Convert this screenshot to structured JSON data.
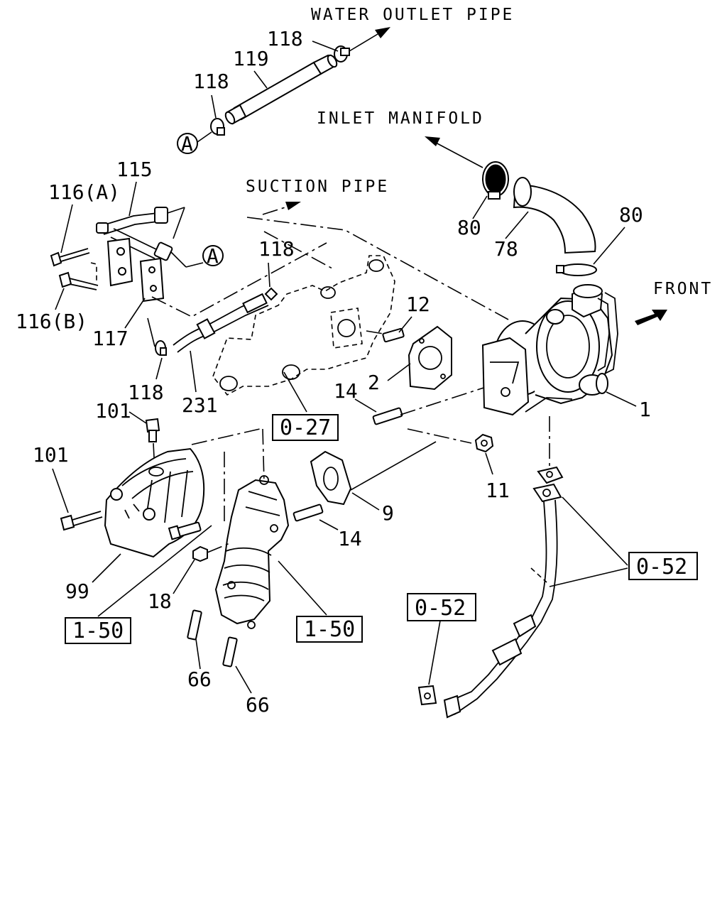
{
  "notes": {
    "water_outlet": "WATER OUTLET PIPE",
    "inlet_manifold": "INLET MANIFOLD",
    "suction_pipe": "SUCTION PIPE",
    "front": "FRONT"
  },
  "callouts": {
    "n118_top": "118",
    "n119": "119",
    "n118_mid": "118",
    "circle_a_top": "A",
    "n115": "115",
    "n116a": "116(A)",
    "circle_a_mid": "A",
    "n116b": "116(B)",
    "n117": "117",
    "n118_left": "118",
    "n118_low": "118",
    "n231": "231",
    "n80_left": "80",
    "n78": "78",
    "n80_right": "80",
    "n12": "12",
    "n2": "2",
    "n14_up": "14",
    "n1": "1",
    "n11": "11",
    "n9": "9",
    "n14_low": "14",
    "n101_top": "101",
    "n101_left": "101",
    "n99": "99",
    "n18": "18",
    "n66_a": "66",
    "n66_b": "66"
  },
  "refs": {
    "r027": "0-27",
    "r150_left": "1-50",
    "r150_right": "1-50",
    "r052_right": "0-52",
    "r052_left": "0-52"
  }
}
